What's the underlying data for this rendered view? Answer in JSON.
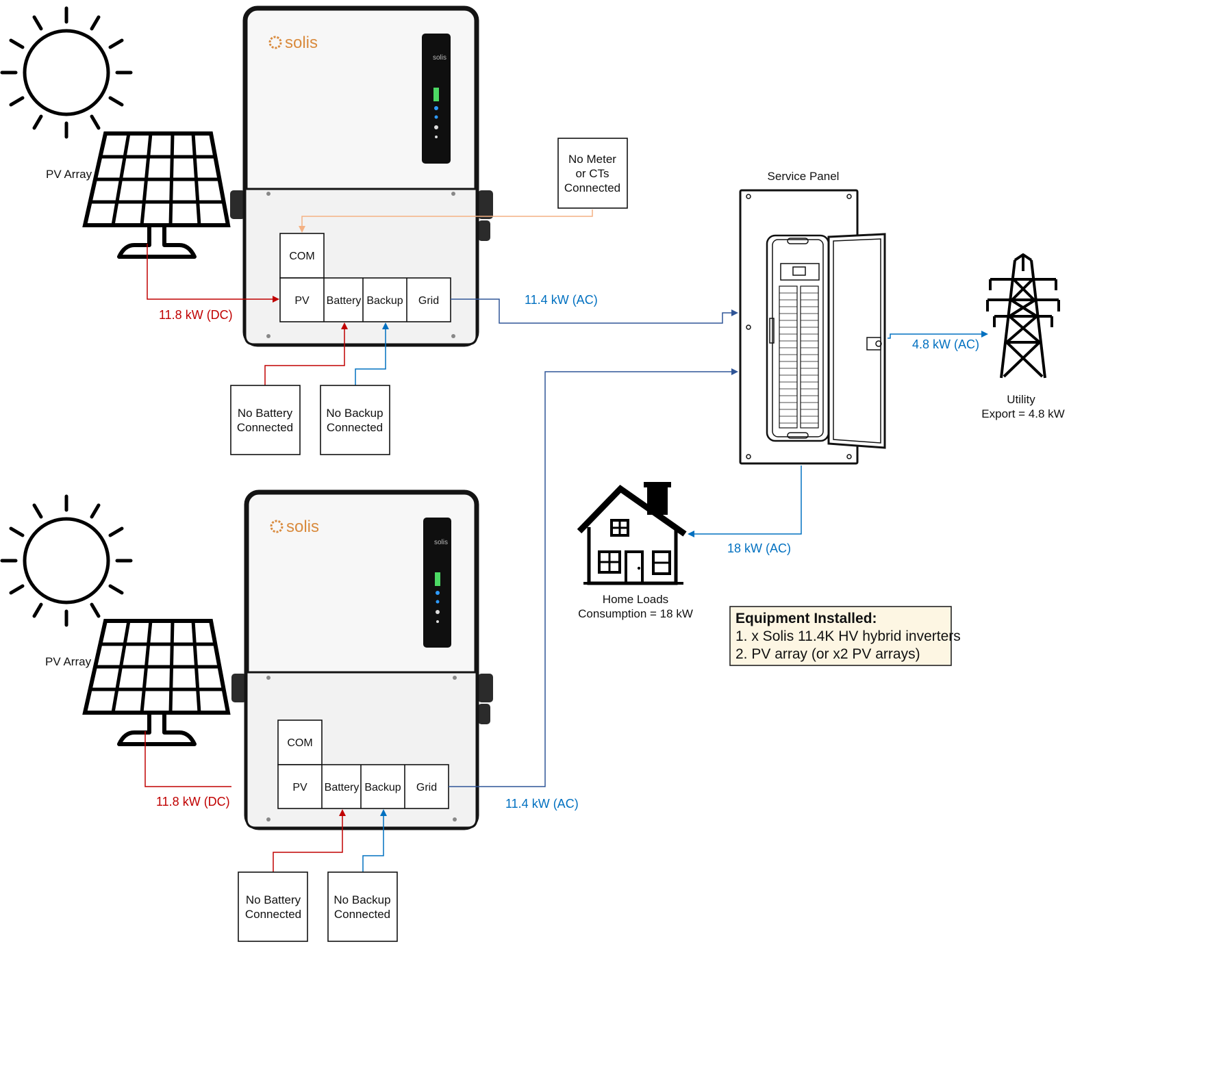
{
  "pv_array_label": "PV Array",
  "brand": "solis",
  "inverter_ports": {
    "com": "COM",
    "pv": "PV",
    "battery": "Battery",
    "backup": "Backup",
    "grid": "Grid"
  },
  "meter_box": [
    "No Meter",
    "or CTs",
    "Connected"
  ],
  "battery_box": [
    "No Battery",
    "Connected"
  ],
  "backup_box": [
    "No Backup",
    "Connected"
  ],
  "flows": {
    "pv_dc": "11.8 kW (DC)",
    "inverter_ac": "11.4 kW (AC)",
    "export_ac": "4.8 kW (AC)",
    "home_ac": "18 kW (AC)"
  },
  "service_panel_label": "Service Panel",
  "utility_label": [
    "Utility",
    "Export = 4.8 kW"
  ],
  "home_label": [
    "Home Loads",
    "Consumption = 18 kW"
  ],
  "equipment": {
    "title": "Equipment Installed:",
    "items": [
      "1. x Solis 11.4K HV hybrid inverters",
      "2. PV array (or x2 PV arrays)"
    ]
  },
  "colors": {
    "dc_line": "#c00000",
    "ac_line": "#0070c0",
    "panel_line": "#2f5597",
    "meter_line": "#f4b183",
    "equipment_fill": "#fdf6e3"
  }
}
